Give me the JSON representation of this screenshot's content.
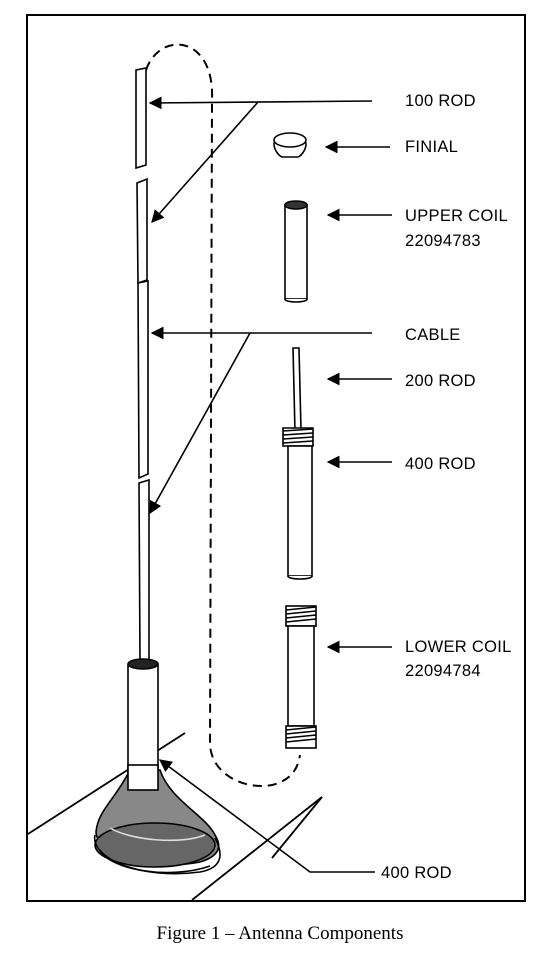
{
  "labels": {
    "rod_100": "100 ROD",
    "finial": "FINIAL",
    "upper_coil": "UPPER COIL",
    "upper_coil_part": "22094783",
    "cable": "CABLE",
    "rod_200": "200 ROD",
    "rod_400_parts": "400 ROD",
    "lower_coil": "LOWER COIL",
    "lower_coil_part": "22094784",
    "rod_400_base": "400 ROD"
  },
  "caption": "Figure 1 – Antenna Components"
}
